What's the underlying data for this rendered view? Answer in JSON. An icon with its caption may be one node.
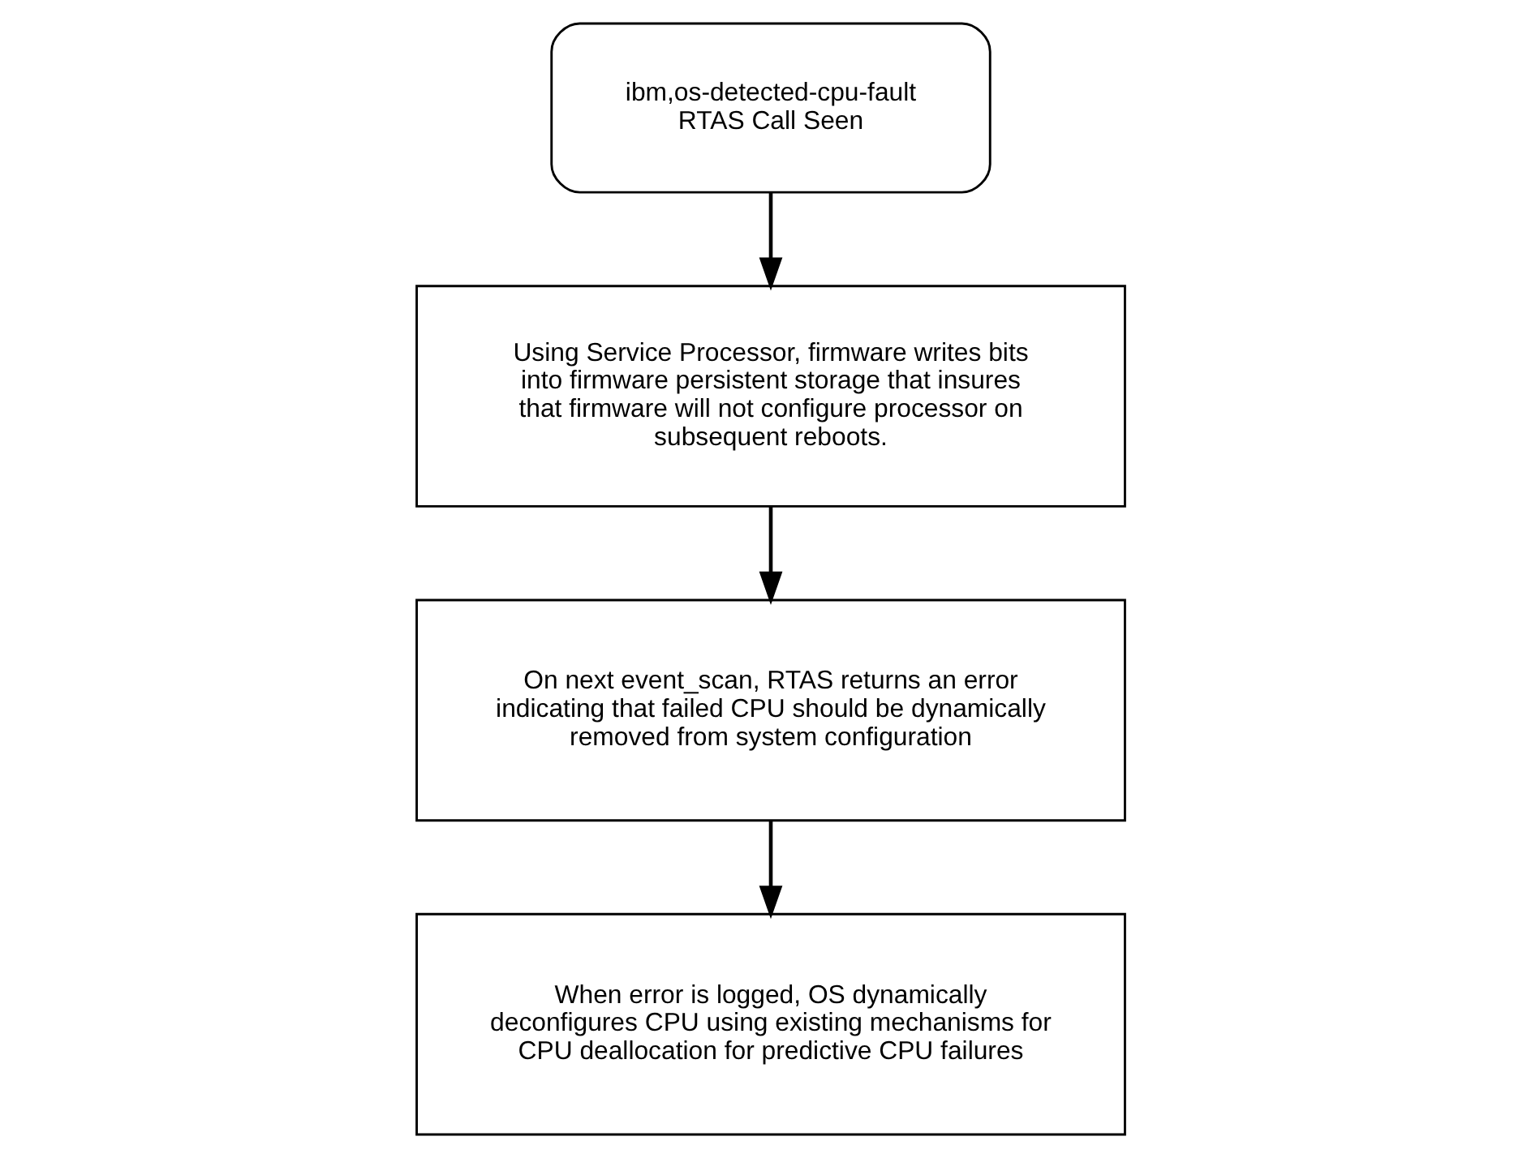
{
  "diagram": {
    "nodes": [
      {
        "text": [
          "ibm,os-detected-cpu-fault RTAS Call Seen"
        ]
      },
      {
        "text": [
          "Using Service Processor, firmware writes bits into firmware persistent storage that insures that firmware will not configure processor on subsequent reboots."
        ]
      },
      {
        "text": [
          "On next event_scan, RTAS returns an error indicating that failed CPU should be dynamically removed from system configuration"
        ]
      },
      {
        "text": [
          "When error is logged, OS dynamically deconfigures CPU using existing mechanisms for CPU deallocation for predictive CPU failures"
        ]
      }
    ],
    "edges": [
      {
        "from": 0,
        "to": 1,
        "arrow": "to"
      },
      {
        "from": 1,
        "to": 2,
        "arrow": "to"
      },
      {
        "from": 2,
        "to": 3,
        "arrow": "to"
      }
    ]
  }
}
